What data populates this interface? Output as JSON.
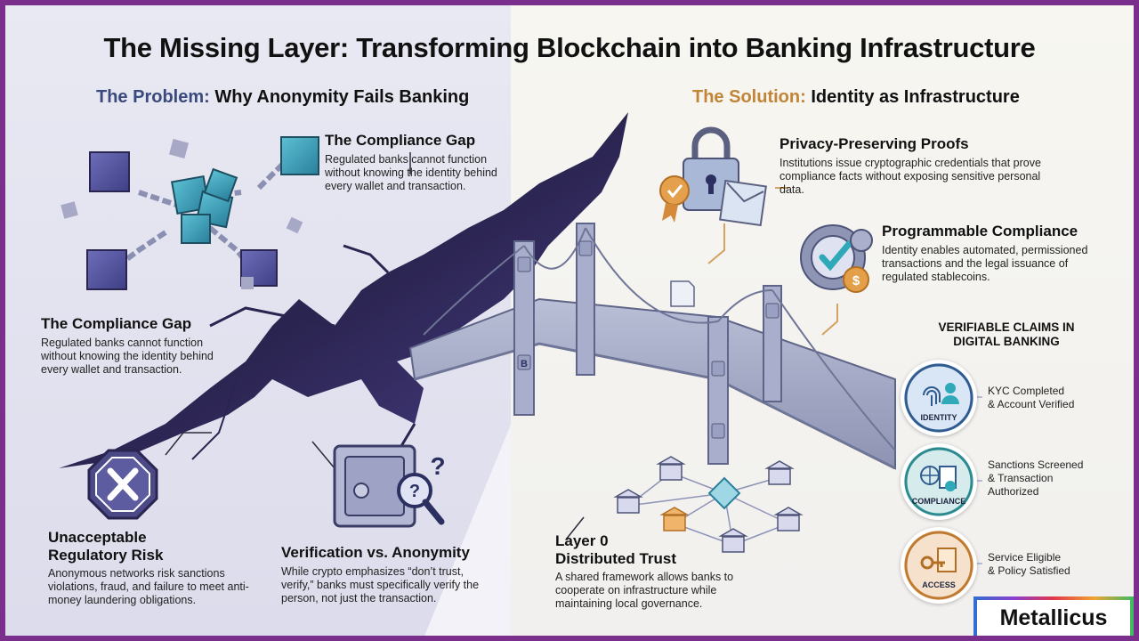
{
  "title": "The Missing Layer: Transforming Blockchain into Banking Infrastructure",
  "problem": {
    "heading_accent": "The Problem:",
    "heading_rest": "Why Anonymity Fails Banking",
    "gap_top": {
      "title": "The Compliance Gap",
      "text": "Regulated banks cannot function without knowing the identity behind every wallet and transaction."
    },
    "gap_left": {
      "title": "The Compliance Gap",
      "text": "Regulated banks cannot function without knowing the identity behind every wallet and transaction."
    },
    "risk": {
      "title": "Unacceptable Regulatory Risk",
      "text": "Anonymous networks risk sanctions violations, fraud, and failure to meet anti-money laundering obligations."
    },
    "verification": {
      "title": "Verification vs. Anonymity",
      "text": "While crypto emphasizes “don’t trust, verify,” banks must specifically verify the person, not just the transaction."
    }
  },
  "solution": {
    "heading_accent": "The Solution:",
    "heading_rest": "Identity as Infrastructure",
    "proofs": {
      "title": "Privacy-Preserving Proofs",
      "text": "Institutions issue cryptographic credentials that prove compliance facts without exposing sensitive personal data."
    },
    "programmable": {
      "title": "Programmable Compliance",
      "text": "Identity enables automated, permissioned transactions and the legal issuance of regulated stablecoins."
    },
    "layer0": {
      "title": "Layer 0 Distributed Trust",
      "text": "A shared framework allows banks to cooperate on infrastructure while maintaining local governance."
    }
  },
  "claims": {
    "title": "VERIFIABLE CLAIMS IN DIGITAL BANKING",
    "items": [
      {
        "badge": "IDENTITY",
        "text": "KYC Completed\n& Account Verified",
        "color": "#d9e6f5",
        "icon": "fingerprint-user-icon"
      },
      {
        "badge": "COMPLIANCE",
        "text": "Sanctions Screened\n& Transaction\nAuthorized",
        "color": "#d6ecec",
        "icon": "globe-document-icon"
      },
      {
        "badge": "ACCESS",
        "text": "Service Eligible\n& Policy Satisfied",
        "color": "#f6e2cc",
        "icon": "key-scroll-icon"
      }
    ]
  },
  "bridge_label": "B",
  "brand": "Metallicus",
  "colors": {
    "problem_accent": "#3a4a7c",
    "solution_accent": "#c28436",
    "frame": "#7a2f8c",
    "crack": "#2a2450"
  }
}
